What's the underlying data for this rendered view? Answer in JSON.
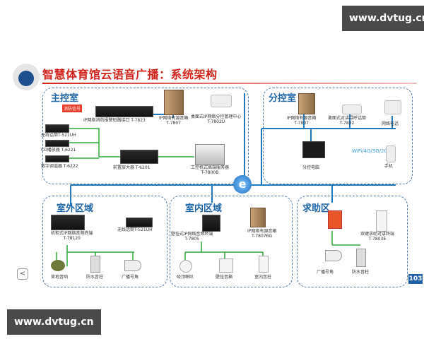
{
  "watermark_top": "www.dvtug.cn",
  "watermark_bottom": "www.dvtug.cn",
  "title": "智慧体育馆云语音广播：系统架构",
  "page_number": "103",
  "regions": {
    "main_control": "主控室",
    "sub_control": "分控室",
    "outdoor": "室外区域",
    "indoor": "室内区域",
    "help": "求助区"
  },
  "fire_signal": "消防信号",
  "labels": {
    "fire_alarm_interface": "IP网络消防报警短路接口 T-7823",
    "ip_speaker_main": "IP网络有源音箱\nT-7807",
    "desktop_paging_main": "桌面式IP网络分控管理中心\nT-7802U",
    "wireless_mic_main": "无线话筒T-521UH",
    "cd_player": "CD播放器 T-6221",
    "digital_tuner": "数字调谐器 T-6222",
    "pre_amp": "前置放大器 T-6201",
    "server": "工控机式高端服务器\nT-7800B",
    "ip_speaker_sub": "IP网络有源音箱\nT-7807",
    "desktop_intercom": "桌面式对讲寻呼话筒\nT-7802",
    "network_phone": "网络电话",
    "computer": "分控电脑",
    "mobile": "手机",
    "wifi": "WiFi/4G/3G/2G",
    "outdoor_receiver": "机柜式IP网络音频终端\nT-78120",
    "outdoor_mic": "无线话筒T-521UH",
    "grass_speaker": "草地音响",
    "waterproof_column_out": "防水音柱",
    "horn_out": "广播号角",
    "indoor_receiver": "壁挂式IP网络音频终端\nT-7805",
    "indoor_ip_speaker": "IP网络有源音箱\nT-7807BG",
    "ceiling_speaker": "吸顶喇叭",
    "wall_speaker": "壁挂音箱",
    "indoor_column": "室内音柱",
    "help_terminal": "双键求助对讲终端\nT-7803E",
    "horn_help": "广播号角",
    "waterproof_column_help": "防水音柱"
  },
  "colors": {
    "title": "#d2231b",
    "region_border": "#4a77a6",
    "region_title": "#1f66a8",
    "network_line": "#1f7ac0",
    "audio_line": "#2eaa3a"
  },
  "nav": {
    "prev": "<"
  }
}
